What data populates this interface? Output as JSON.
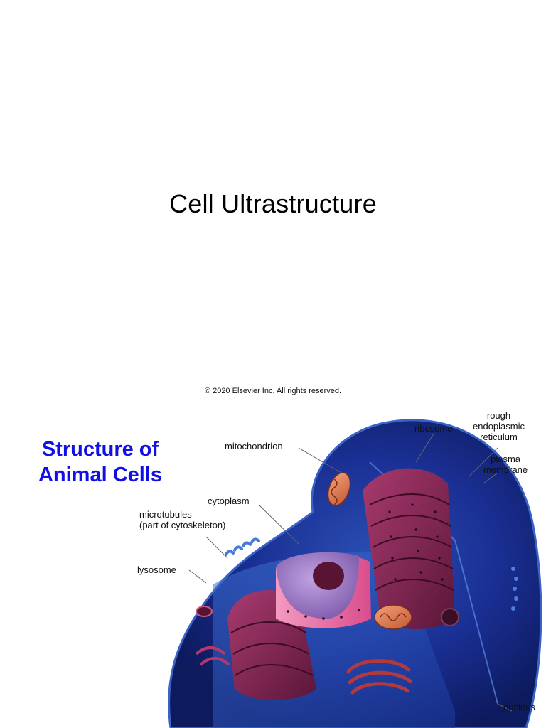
{
  "slide": {
    "title": "Cell Ultrastructure",
    "copyright": "© 2020 Elsevier Inc. All rights reserved."
  },
  "figure": {
    "heading_line1": "Structure of",
    "heading_line2": "Animal Cells",
    "labels": {
      "rough_er_line1": "rough",
      "rough_er_line2": "endoplasmic",
      "rough_er_line3": "reticulum",
      "ribosome": "ribosome",
      "mitochondrion": "mitochondrion",
      "plasma_membrane_line1": "plasma",
      "plasma_membrane_line2": "membrane",
      "cytoplasm": "cytoplasm",
      "microtubules_line1": "microtubules",
      "microtubules_line2": "(part of cytoskeleton)",
      "lysosome": "lysosome",
      "nucleus": "nucleus"
    },
    "colors": {
      "heading": "#1010e6",
      "cell_body": "#16288a",
      "membrane_edge": "#3a63c8",
      "organelle": "#8a1f4d",
      "nucleus_envelope": "#e0609a",
      "nucleoplasm": "#9d7bc4"
    }
  }
}
